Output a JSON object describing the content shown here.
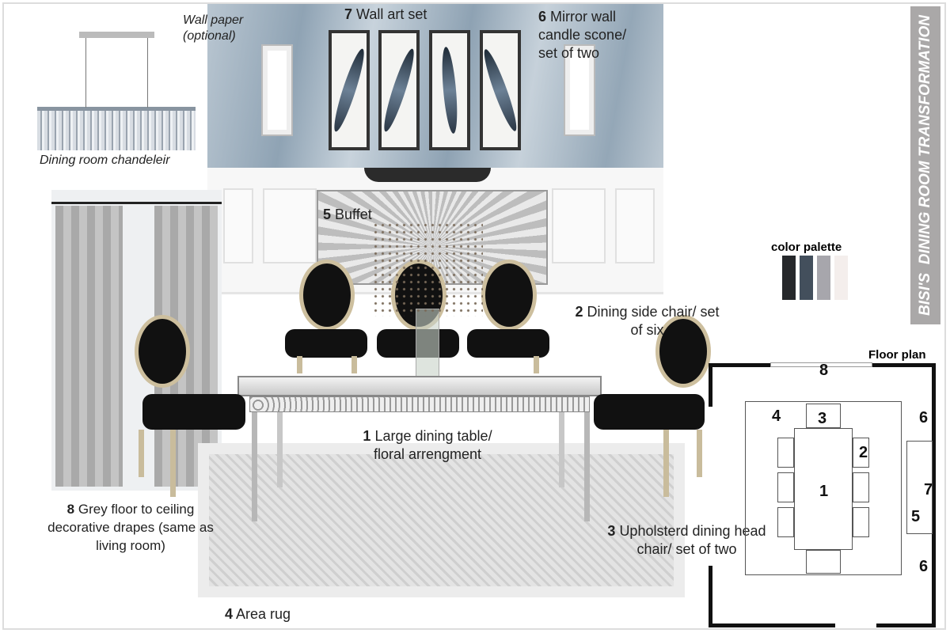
{
  "title": "BISI'S  DINING ROOM TRANSFORMATION",
  "labels": {
    "wallpaper": "Wall paper (optional)",
    "chandelier": "Dining room chandeleir",
    "wall_art": {
      "num": "7",
      "text": "Wall art set"
    },
    "mirror": {
      "num": "6",
      "text": "Mirror wall candle scone/ set of two"
    },
    "buffet": {
      "num": "5",
      "text": "Buffet"
    },
    "side_chair": {
      "num": "2",
      "text": "Dining side chair/ set of six"
    },
    "table": {
      "num": "1",
      "text": "Large dining table/ floral arrengment"
    },
    "head_chair": {
      "num": "3",
      "text": "Upholsterd dining head chair/ set of two"
    },
    "drapes": {
      "num": "8",
      "text": "Grey floor to ceiling decorative drapes (same as living room)"
    },
    "rug": {
      "num": "4",
      "text": "Area rug"
    }
  },
  "palette": {
    "label": "color palette",
    "colors": [
      "#26282b",
      "#434f5c",
      "#a7a6ac",
      "#f4eeec"
    ]
  },
  "floor_plan": {
    "label": "Floor plan",
    "numbers": {
      "window": "8",
      "rug": "4",
      "head": "3",
      "side": "2",
      "table": "1",
      "mirror_top": "6",
      "art": "7",
      "buffet": "5",
      "mirror_bottom": "6"
    }
  }
}
